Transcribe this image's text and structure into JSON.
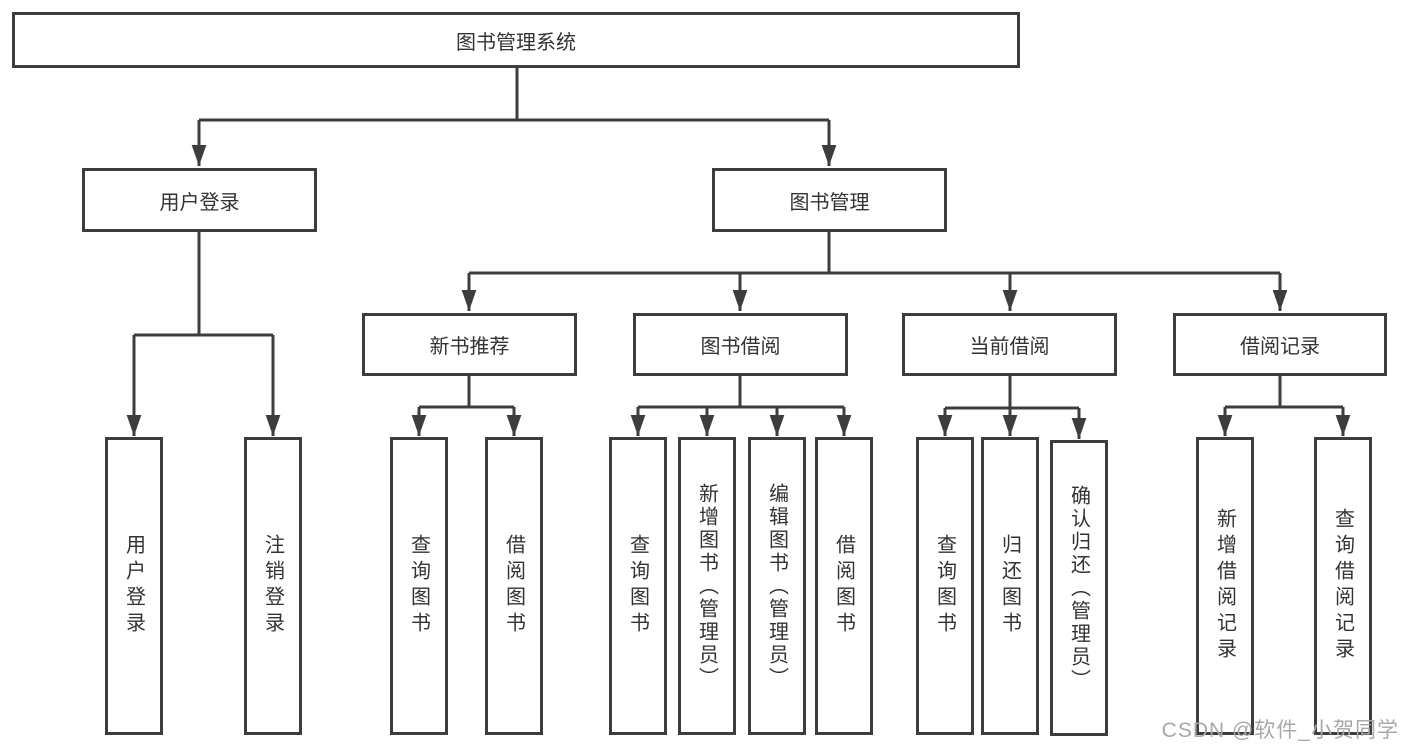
{
  "nodes": {
    "root": "图书管理系统",
    "user_login": "用户登录",
    "book_management": "图书管理",
    "new_book_recommend": "新书推荐",
    "book_borrow": "图书借阅",
    "current_borrow": "当前借阅",
    "borrow_record": "借阅记录",
    "leaf_user_login": "用户登录",
    "leaf_logout": "注销登录",
    "leaf_rec_query_books": "查询图书",
    "leaf_rec_borrow_books": "借阅图书",
    "leaf_bb_query_books": "查询图书",
    "leaf_bb_add_books": "新增图书（管理员）",
    "leaf_bb_edit_books": "编辑图书（管理员）",
    "leaf_bb_borrow_books": "借阅图书",
    "leaf_cb_query_books": "查询图书",
    "leaf_cb_return_books": "归还图书",
    "leaf_cb_confirm_return": "确认归还（管理员）",
    "leaf_br_add_record": "新增借阅记录",
    "leaf_br_query_record": "查询借阅记录"
  },
  "watermark": "CSDN @软件_小贺同学",
  "colors": {
    "line": "#3d3d3d",
    "text": "#333333",
    "watermark": "#a8a8a8",
    "background": "#ffffff"
  }
}
